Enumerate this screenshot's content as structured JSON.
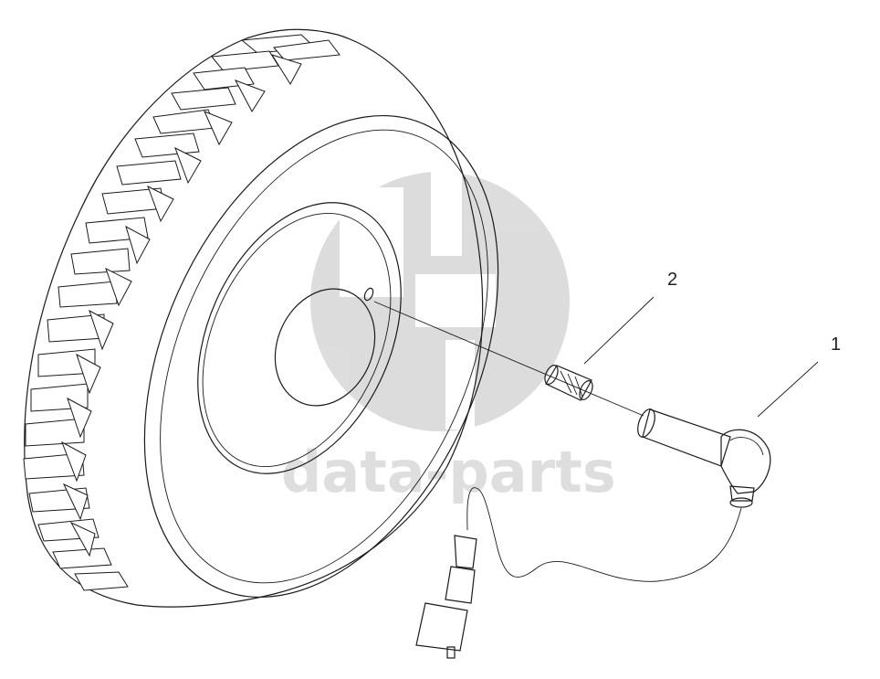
{
  "callouts": [
    {
      "id": "1",
      "label": "1"
    },
    {
      "id": "2",
      "label": "2"
    }
  ],
  "watermark": {
    "text": "data-parts",
    "color": "#d9d9d9"
  },
  "colors": {
    "line": "#1a1a1a",
    "background": "#ffffff"
  }
}
